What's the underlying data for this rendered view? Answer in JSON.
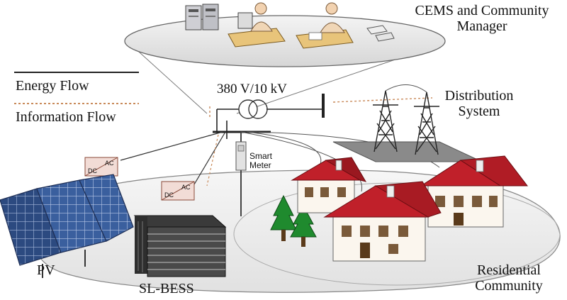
{
  "legend": {
    "energy_flow": "Energy Flow",
    "information_flow": "Information Flow"
  },
  "labels": {
    "cems_line1": "CEMS and Community",
    "cems_line2": "Manager",
    "transformer": "380 V/10 kV",
    "distribution_line1": "Distribution",
    "distribution_line2": "System",
    "smart_meter_line1": "Smart",
    "smart_meter_line2": "Meter",
    "pv": "PV",
    "sl_bess": "SL-BESS",
    "residential_line1": "Residential",
    "residential_line2": "Community"
  },
  "converter": {
    "dc": "DC",
    "ac": "AC"
  },
  "colors": {
    "energy_line": "#222222",
    "information_line": "#c98a5a",
    "roof": "#c0202a",
    "tree": "#1f8a2e",
    "pv_panel": "#3a5f9e",
    "converter_fill": "#f2dcd6"
  }
}
